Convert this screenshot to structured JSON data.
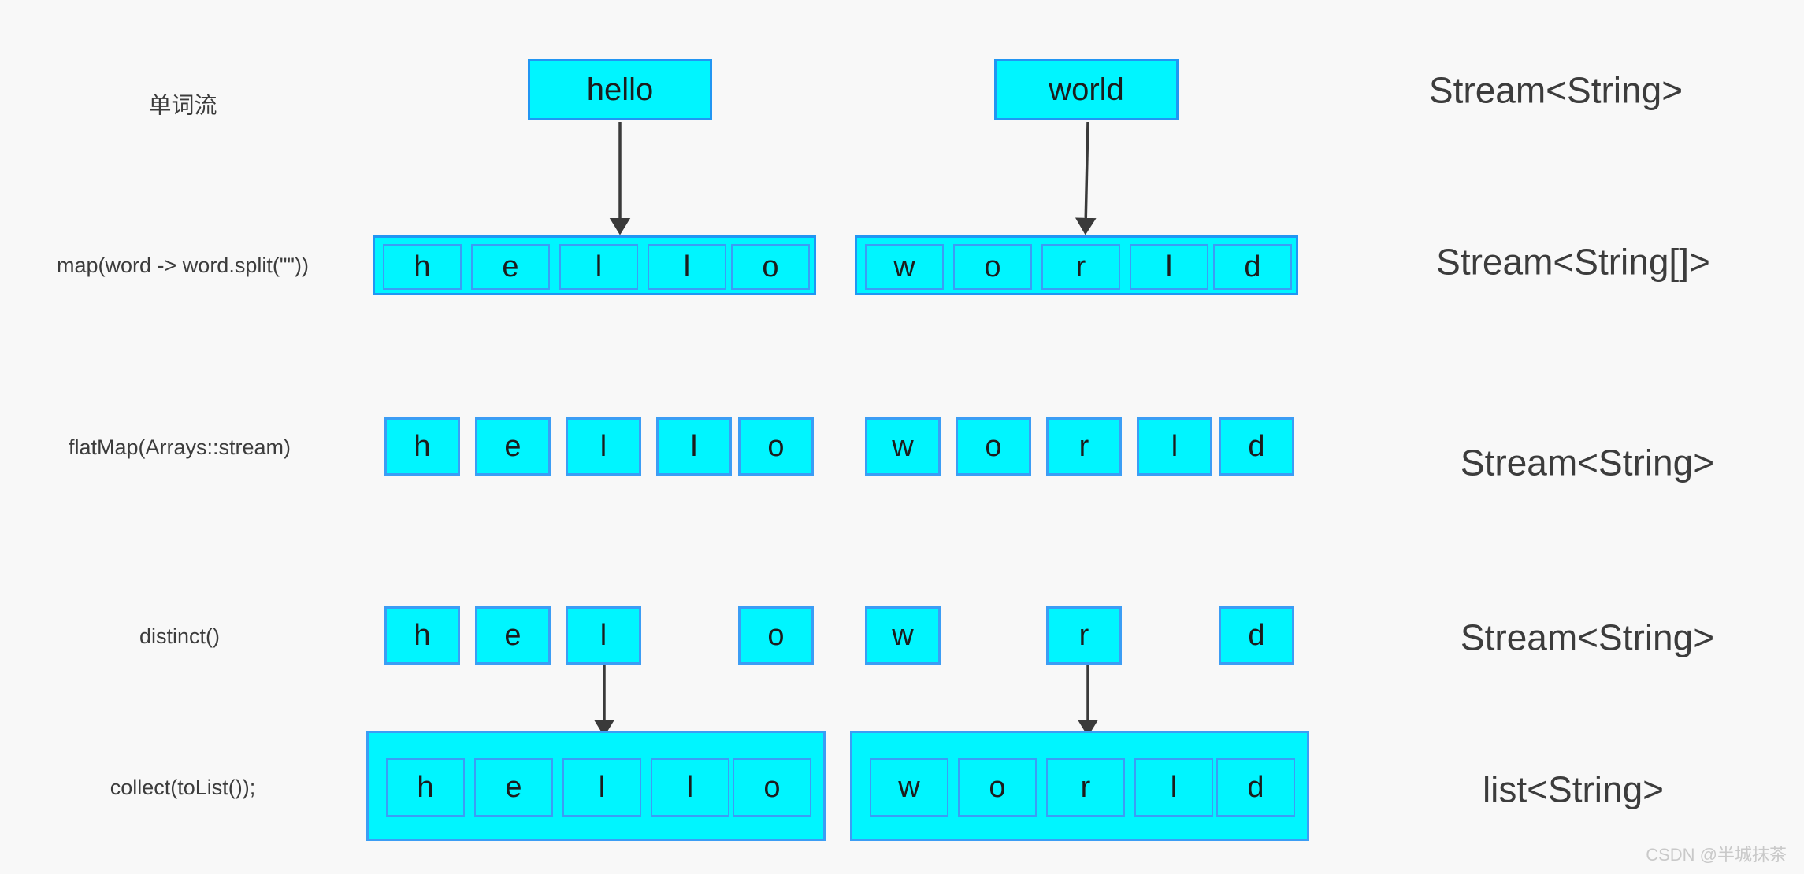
{
  "theme": {
    "background": "#f8f8f8",
    "box_fill": "#00f5ff",
    "box_border_strong": "#2196f3",
    "box_border_light": "#3b9df5",
    "text_color": "#3c3c3c",
    "arrow_color": "#3a3a3a",
    "watermark_color": "#c9c9c9"
  },
  "watermark": "CSDN @半城抹茶",
  "stages": [
    {
      "id": "word-stream",
      "label": "单词流",
      "type": "Stream<String>"
    },
    {
      "id": "map",
      "label": "map(word -> word.split(\"\"))",
      "type": "Stream<String[]>"
    },
    {
      "id": "flatmap",
      "label": "flatMap(Arrays::stream)",
      "type": "Stream<String>"
    },
    {
      "id": "distinct",
      "label": "distinct()",
      "type": "Stream<String>"
    },
    {
      "id": "collect",
      "label": "collect(toList());",
      "type": "list<String>"
    }
  ],
  "words": [
    {
      "id": "hello",
      "text": "hello"
    },
    {
      "id": "world",
      "text": "world"
    }
  ],
  "rows": {
    "map": {
      "hello": [
        "h",
        "e",
        "l",
        "l",
        "o"
      ],
      "world": [
        "w",
        "o",
        "r",
        "l",
        "d"
      ]
    },
    "flatmap": {
      "hello": [
        "h",
        "e",
        "l",
        "l",
        "o"
      ],
      "world": [
        "w",
        "o",
        "r",
        "l",
        "d"
      ]
    },
    "distinct": {
      "hello": [
        "h",
        "e",
        "l",
        "",
        "o"
      ],
      "world": [
        "w",
        "",
        "r",
        "",
        "d"
      ]
    },
    "collect": {
      "hello": [
        "h",
        "e",
        "l",
        "l",
        "o"
      ],
      "world": [
        "w",
        "o",
        "r",
        "l",
        "d"
      ]
    }
  }
}
